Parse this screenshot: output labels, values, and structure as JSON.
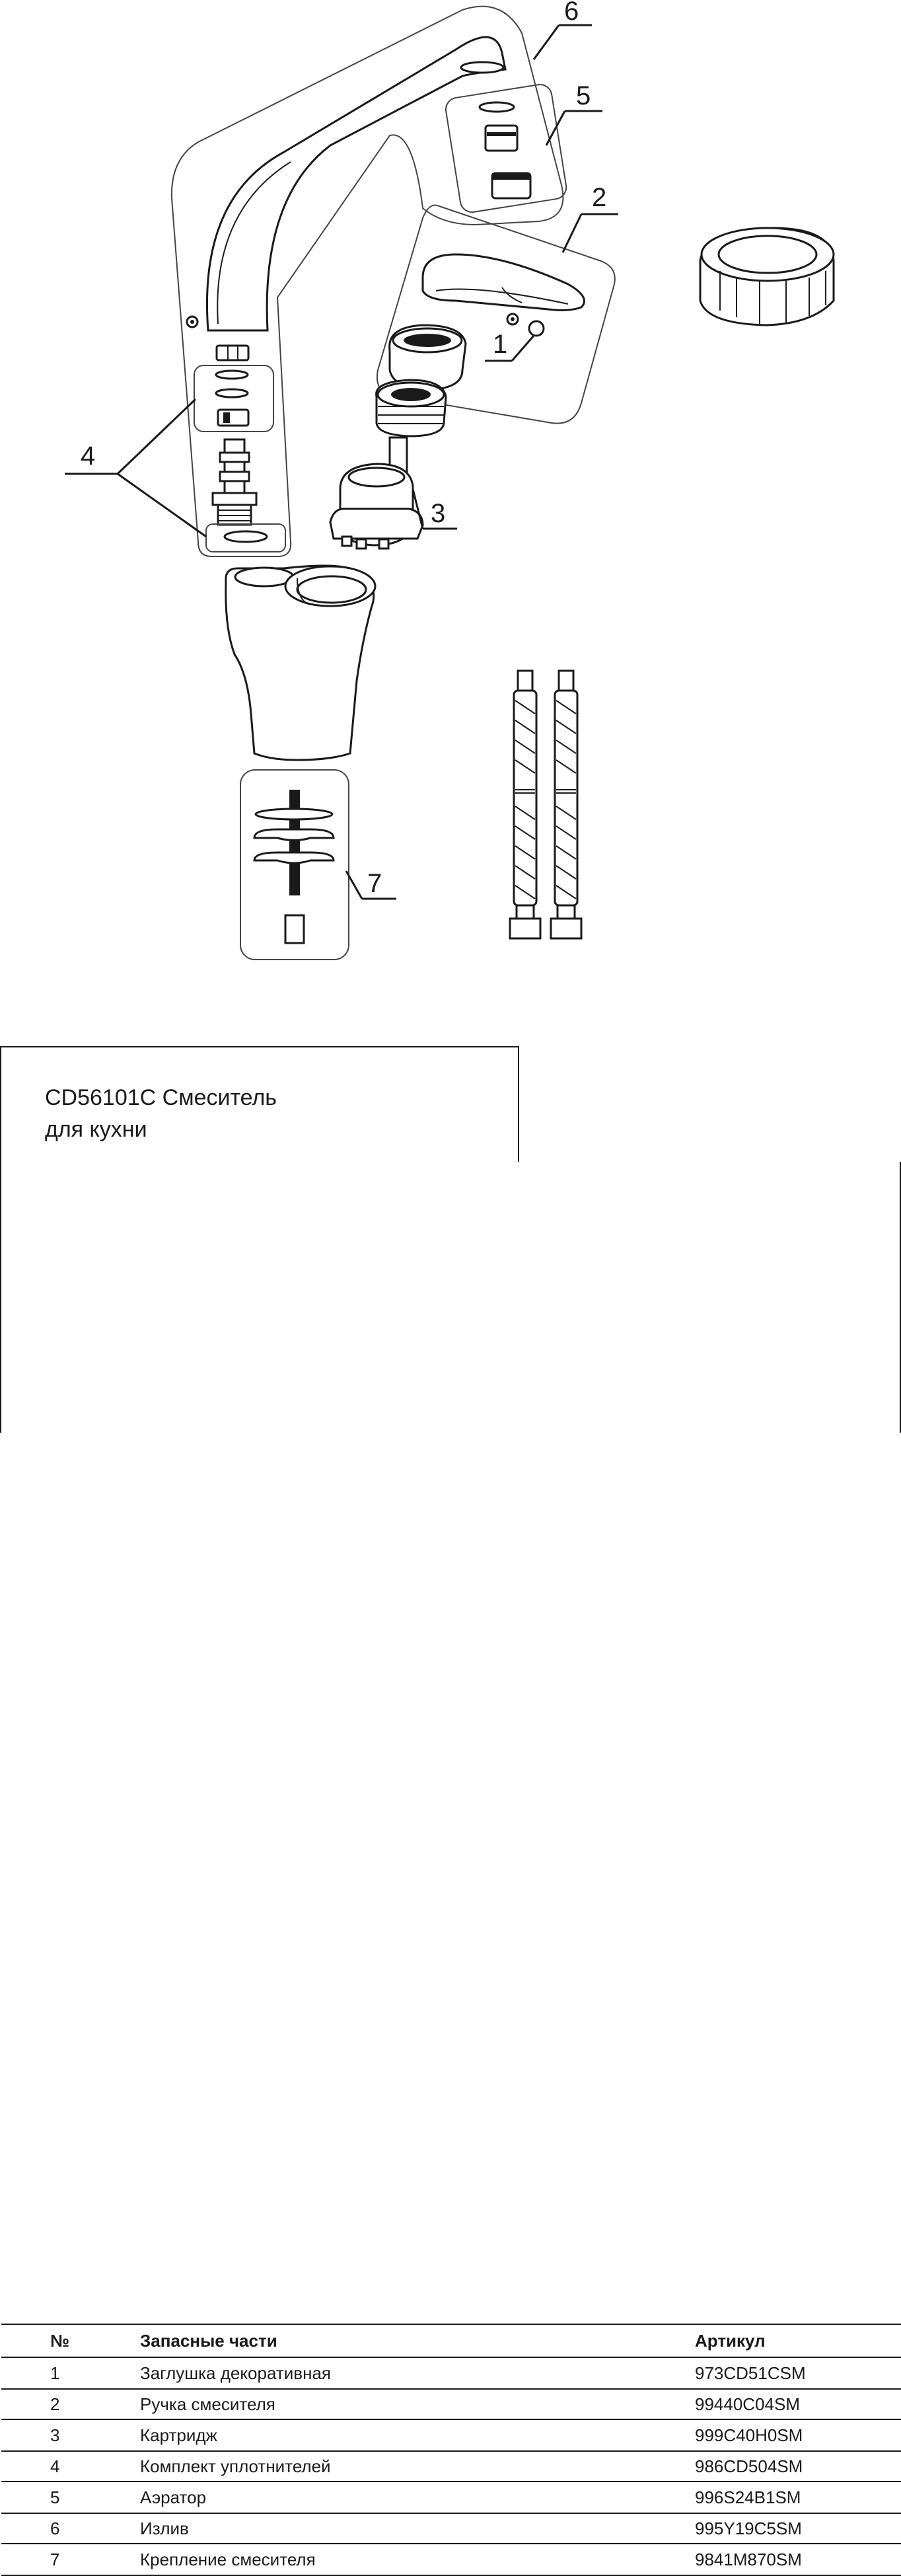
{
  "title": "CD56101C Смеситель\nдля кухни",
  "callouts": [
    "1",
    "2",
    "3",
    "4",
    "5",
    "6",
    "7"
  ],
  "table": {
    "headers": [
      "№",
      "Запасные части",
      "Артикул"
    ],
    "rows": [
      {
        "no": "1",
        "name": "Заглушка декоративная",
        "code": "973CD51CSM"
      },
      {
        "no": "2",
        "name": "Ручка смесителя",
        "code": "99440C04SM"
      },
      {
        "no": "3",
        "name": "Картридж",
        "code": "999C40H0SM"
      },
      {
        "no": "4",
        "name": "Комплект уплотнителей",
        "code": "986CD504SM"
      },
      {
        "no": "5",
        "name": "Аэратор",
        "code": "996S24B1SM"
      },
      {
        "no": "6",
        "name": "Излив",
        "code": "995Y19C5SM"
      },
      {
        "no": "7",
        "name": "Крепление смесителя",
        "code": "9841M870SM"
      }
    ]
  }
}
